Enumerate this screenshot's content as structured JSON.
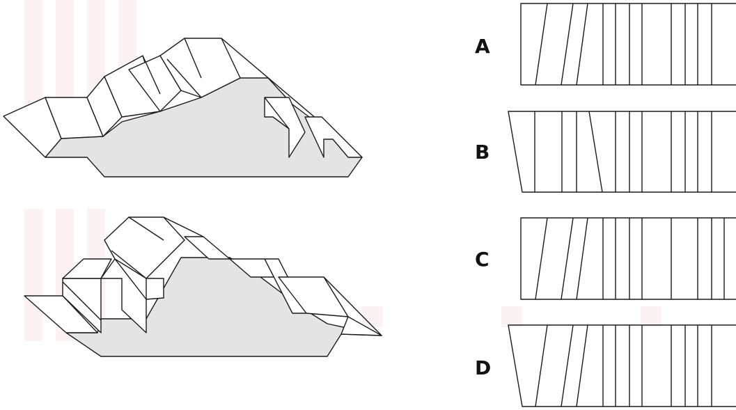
{
  "option_labels": [
    "A",
    "B",
    "C",
    "D"
  ],
  "colors": {
    "stroke": "#1a1a1a",
    "shade": "#e4e4e4",
    "background": "#ffffff",
    "watermark": "#c0392b"
  }
}
